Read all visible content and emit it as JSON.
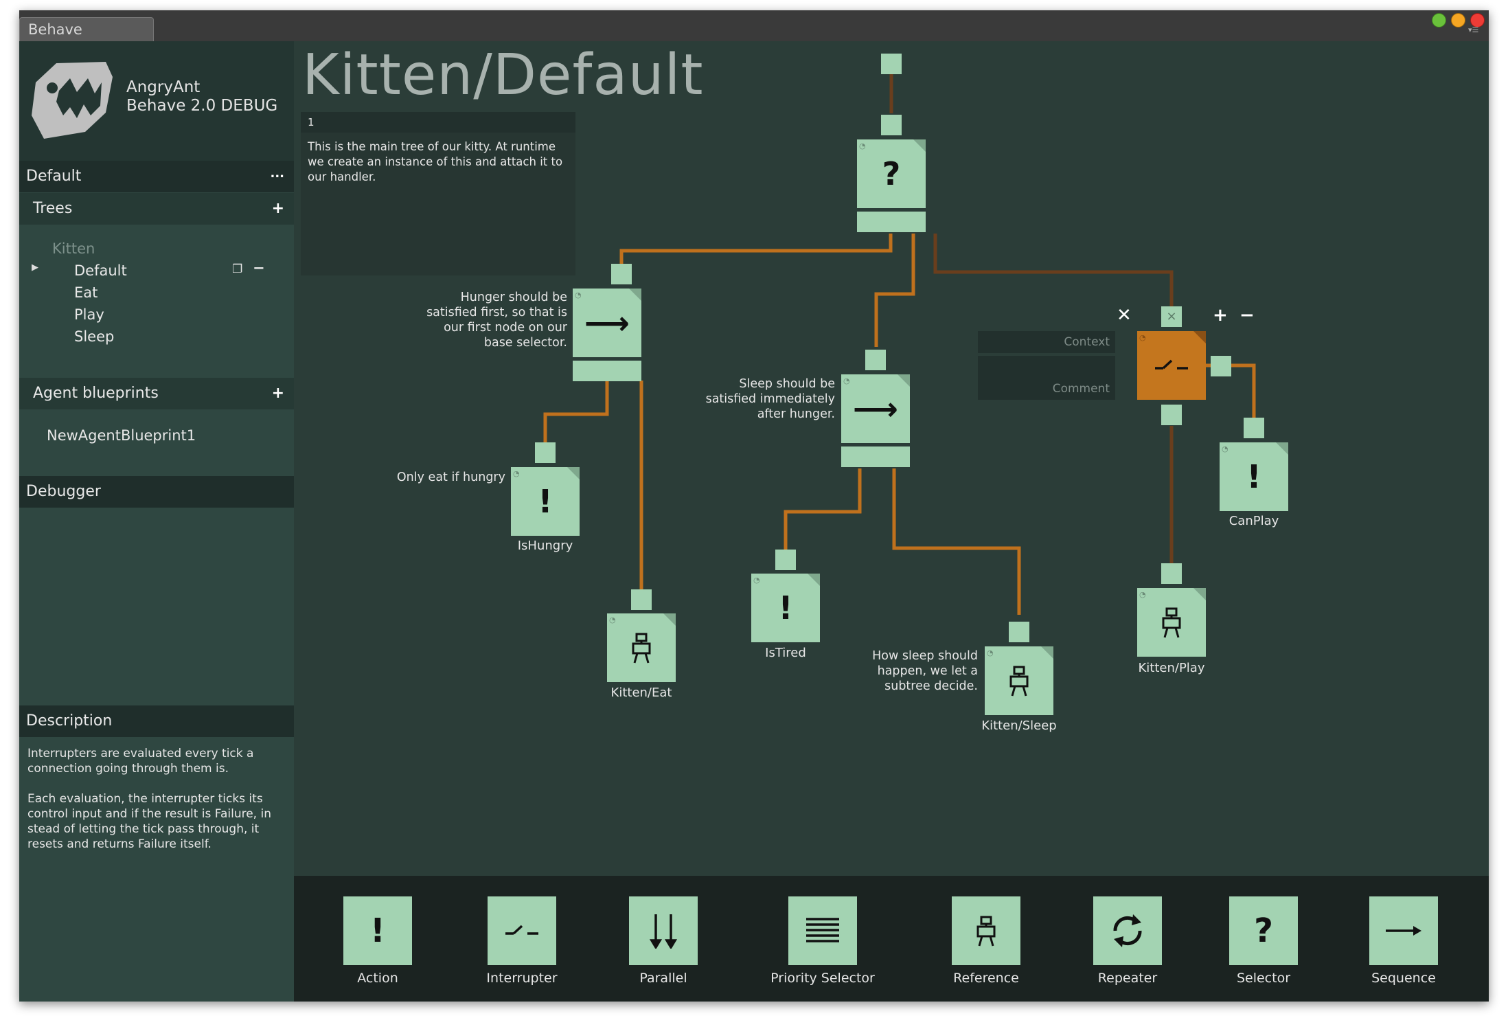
{
  "window": {
    "tab_title": "Behave"
  },
  "brand": {
    "line1": "AngryAnt",
    "line2": "Behave 2.0 DEBUG"
  },
  "sidebar": {
    "library_label": "Default",
    "library_button": "...",
    "trees_label": "Trees",
    "trees_add": "+",
    "collection_label": "Kitten",
    "trees": [
      "Default",
      "Eat",
      "Play",
      "Sleep"
    ],
    "agent_blueprints_label": "Agent blueprints",
    "agent_blueprints_add": "+",
    "agent_blueprints": [
      "NewAgentBlueprint1"
    ],
    "debugger_label": "Debugger",
    "description_label": "Description",
    "description_paragraphs": [
      "Interrupters are evaluated every tick a connection going through them is.",
      "Each evaluation, the interrupter ticks its control input and if the result is Failure, in stead of letting the tick pass through, it resets and returns Failure itself."
    ]
  },
  "canvas": {
    "title": "Kitten/Default",
    "comment_number": "1",
    "comment": "This is the main tree of our kitty. At runtime we create an instance of this and attach it to our handler.",
    "notes": {
      "hunger": "Hunger should be satisfied first, so that is our first node on our base selector.",
      "sleep": "Sleep should be satisfied immediately after hunger.",
      "only_eat": "Only eat if hungry",
      "how_sleep": "How sleep should happen, we let a subtree decide."
    },
    "node_labels": {
      "is_hungry": "IsHungry",
      "kitten_eat": "Kitten/Eat",
      "is_tired": "IsTired",
      "kitten_sleep": "Kitten/Sleep",
      "kitten_play": "Kitten/Play",
      "can_play": "CanPlay"
    },
    "interrupter_fields": {
      "context": "Context",
      "comment": "Comment"
    },
    "controls": {
      "close": "✕",
      "port_close": "×",
      "plus": "+",
      "minus": "−"
    },
    "glyphs": {
      "selector": "?",
      "sequence": "⟶",
      "action": "!",
      "interrupter": "⌿"
    }
  },
  "toolbar": [
    {
      "label": "Action",
      "icon": "action-icon"
    },
    {
      "label": "Interrupter",
      "icon": "interrupter-icon"
    },
    {
      "label": "Parallel",
      "icon": "parallel-icon"
    },
    {
      "label": "Priority Selector",
      "icon": "priority-selector-icon"
    },
    {
      "label": "Reference",
      "icon": "reference-icon"
    },
    {
      "label": "Repeater",
      "icon": "repeater-icon"
    },
    {
      "label": "Selector",
      "icon": "selector-icon"
    },
    {
      "label": "Sequence",
      "icon": "sequence-icon"
    }
  ],
  "colors": {
    "node_fill": "#a3d3b2",
    "wire": "#c0711d",
    "wire_dim": "#6a3e1d",
    "interrupter": "#c4761e",
    "canvas_bg": "#2b3d38",
    "sidebar_bg": "#2f4741",
    "toolbar_bg": "#1b2321"
  }
}
